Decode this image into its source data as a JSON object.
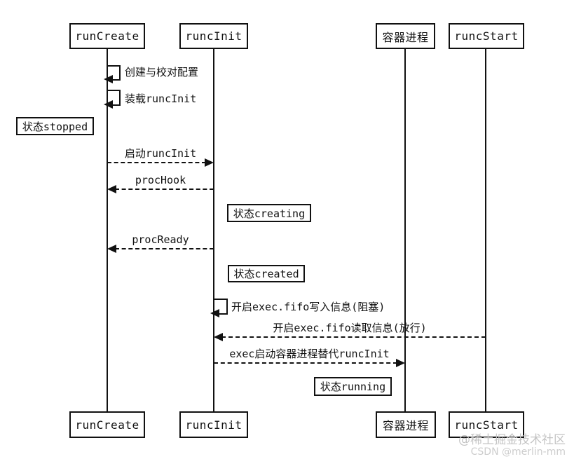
{
  "diagram": {
    "type": "sequence-diagram",
    "participants": [
      {
        "id": "runCreate",
        "label": "runCreate"
      },
      {
        "id": "runcInit",
        "label": "runcInit"
      },
      {
        "id": "container-process",
        "label": "容器进程"
      },
      {
        "id": "runcStart",
        "label": "runcStart"
      }
    ],
    "self_messages": [
      {
        "on": "runCreate",
        "label": "创建与校对配置"
      },
      {
        "on": "runCreate",
        "label": "装载runcInit"
      },
      {
        "on": "runcInit",
        "label": "开启exec.fifo写入信息(阻塞)"
      }
    ],
    "messages": [
      {
        "from": "runCreate",
        "to": "runcInit",
        "label": "启动runcInit",
        "style": "dashed"
      },
      {
        "from": "runcInit",
        "to": "runCreate",
        "label": "procHook",
        "style": "dashed"
      },
      {
        "from": "runcInit",
        "to": "runCreate",
        "label": "procReady",
        "style": "dashed"
      },
      {
        "from": "runcStart",
        "to": "runcInit",
        "label": "开启exec.fifo读取信息(放行)",
        "style": "dashed"
      },
      {
        "from": "runcInit",
        "to": "container-process",
        "label": "exec启动容器进程替代runcInit",
        "style": "dashed"
      }
    ],
    "state_notes": [
      {
        "label": "状态stopped"
      },
      {
        "label": "状态creating"
      },
      {
        "label": "状态created"
      },
      {
        "label": "状态running"
      }
    ]
  },
  "watermark": {
    "line1": "@稀土掘金技术社区",
    "line2": "CSDN @merlin-mm"
  },
  "colors": {
    "line": "#111111",
    "background": "#ffffff",
    "watermark": "#c9c9c9"
  }
}
